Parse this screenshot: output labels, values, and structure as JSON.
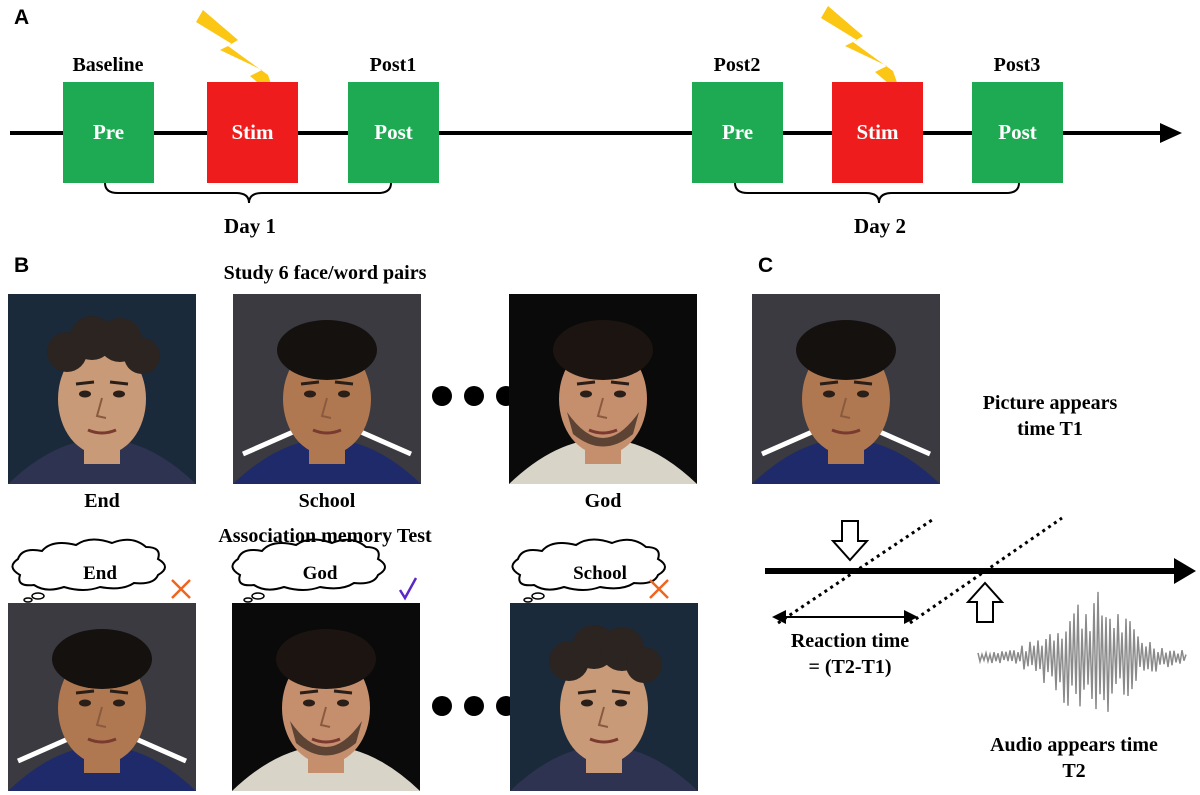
{
  "panels": {
    "a": "A",
    "b": "B",
    "c": "C"
  },
  "timeline": {
    "day1": {
      "label": "Day 1",
      "blocks": [
        {
          "caption": "Baseline",
          "text": "Pre",
          "color": "#1ea953"
        },
        {
          "caption": "",
          "text": "Stim",
          "color": "#ee1c1c"
        },
        {
          "caption": "Post1",
          "text": "Post",
          "color": "#1ea953"
        }
      ]
    },
    "day2": {
      "label": "Day 2",
      "blocks": [
        {
          "caption": "Post2",
          "text": "Pre",
          "color": "#1ea953"
        },
        {
          "caption": "",
          "text": "Stim",
          "color": "#ee1c1c"
        },
        {
          "caption": "Post3",
          "text": "Post",
          "color": "#1ea953"
        }
      ]
    },
    "stim_icon": "lightning-bolt-icon"
  },
  "study": {
    "title": "Study 6  face/word pairs",
    "pairs": [
      {
        "face": "curly-haired-man",
        "word": "End"
      },
      {
        "face": "dark-haired-young-man",
        "word": "School"
      },
      {
        "face": "bearded-man-in-suit",
        "word": "God"
      }
    ]
  },
  "test": {
    "title": "Association memory Test",
    "items": [
      {
        "face": "dark-haired-young-man",
        "recalled": "End",
        "result_icon": "cross-icon",
        "result_color": "#f0641e"
      },
      {
        "face": "bearded-man-in-suit",
        "recalled": "God",
        "result_icon": "check-icon",
        "result_color": "#5a28c8"
      },
      {
        "face": "curly-haired-man",
        "recalled": "School",
        "result_icon": "cross-icon",
        "result_color": "#f0641e"
      }
    ]
  },
  "reaction": {
    "picture_label_1": "Picture appears",
    "picture_label_2": "time T1",
    "rt_label_1": "Reaction time",
    "rt_label_2": "= (T2-T1)",
    "audio_label_1": "Audio appears time",
    "audio_label_2": "T2"
  }
}
